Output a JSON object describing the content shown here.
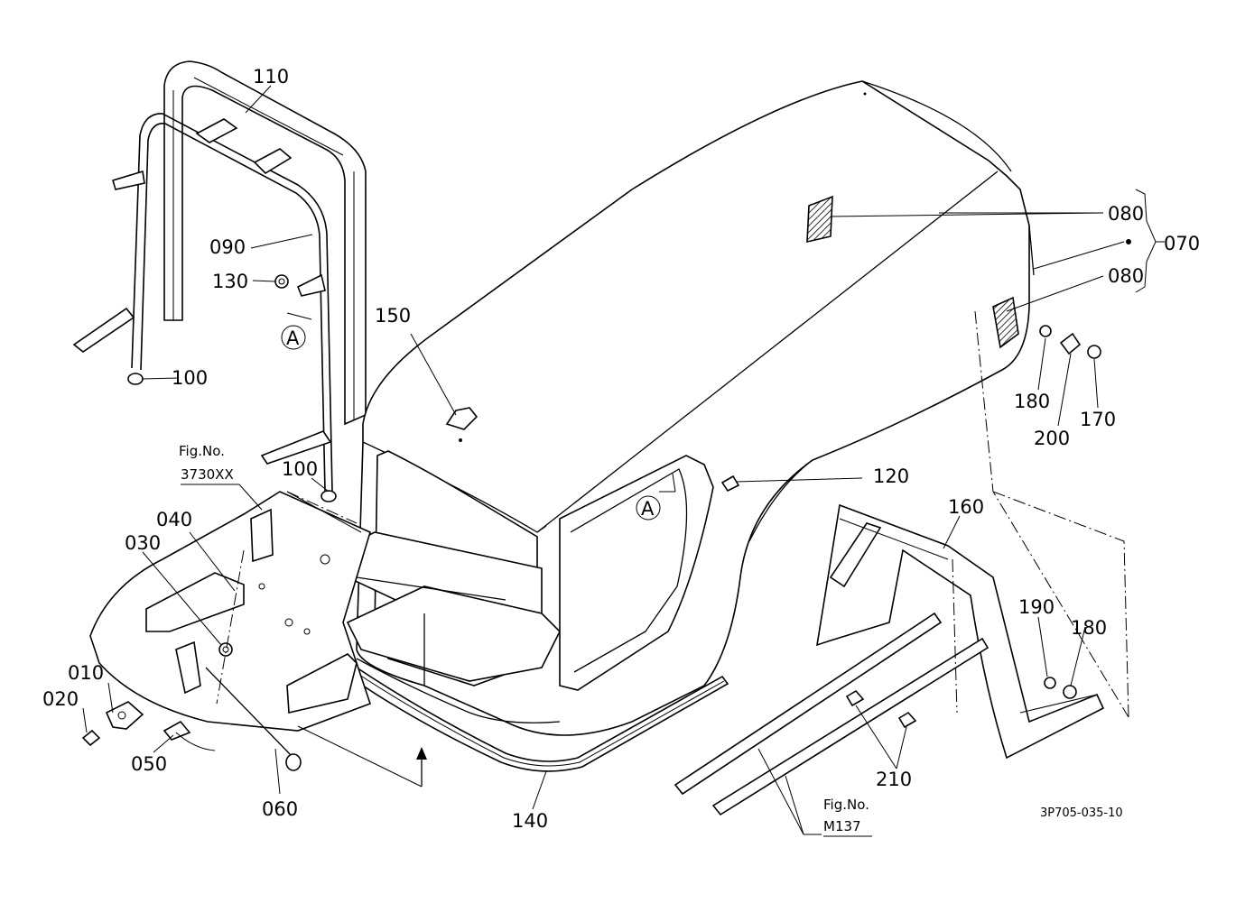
{
  "labels": {
    "p110": "110",
    "p090": "090",
    "p130": "130",
    "pA1": "A",
    "p100a": "100",
    "p150": "150",
    "p080a": "080",
    "p070": "070",
    "p080b": "080",
    "p180a": "180",
    "p200": "200",
    "p170": "170",
    "p120": "120",
    "pA2": "A",
    "p100b": "100",
    "p040": "040",
    "p030": "030",
    "p010": "010",
    "p020": "020",
    "p050": "050",
    "p060": "060",
    "p140": "140",
    "p160": "160",
    "p190": "190",
    "p180b": "180",
    "p210": "210"
  },
  "refs": {
    "fig1_title": "Fig.No.",
    "fig1_num": "3730XX",
    "fig2_title": "Fig.No.",
    "fig2_num": "M137"
  },
  "drawing_code": "3P705-035-10"
}
